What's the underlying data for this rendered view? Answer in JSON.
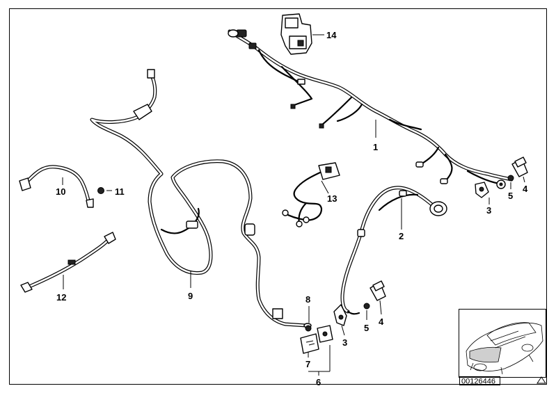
{
  "callouts": {
    "c1": "1",
    "c2": "2",
    "c3a": "3",
    "c3b": "3",
    "c4a": "4",
    "c4b": "4",
    "c5a": "5",
    "c5b": "5",
    "c6": "6",
    "c7": "7",
    "c8": "8",
    "c9": "9",
    "c10": "10",
    "c11": "11",
    "c12": "12",
    "c13": "13",
    "c14": "14"
  },
  "diagram_code": "00126446",
  "colors": {
    "line": "#000000",
    "background": "#ffffff",
    "car_fill": "#cfcfcf"
  },
  "icons": {
    "expand": "triangle-icon"
  }
}
